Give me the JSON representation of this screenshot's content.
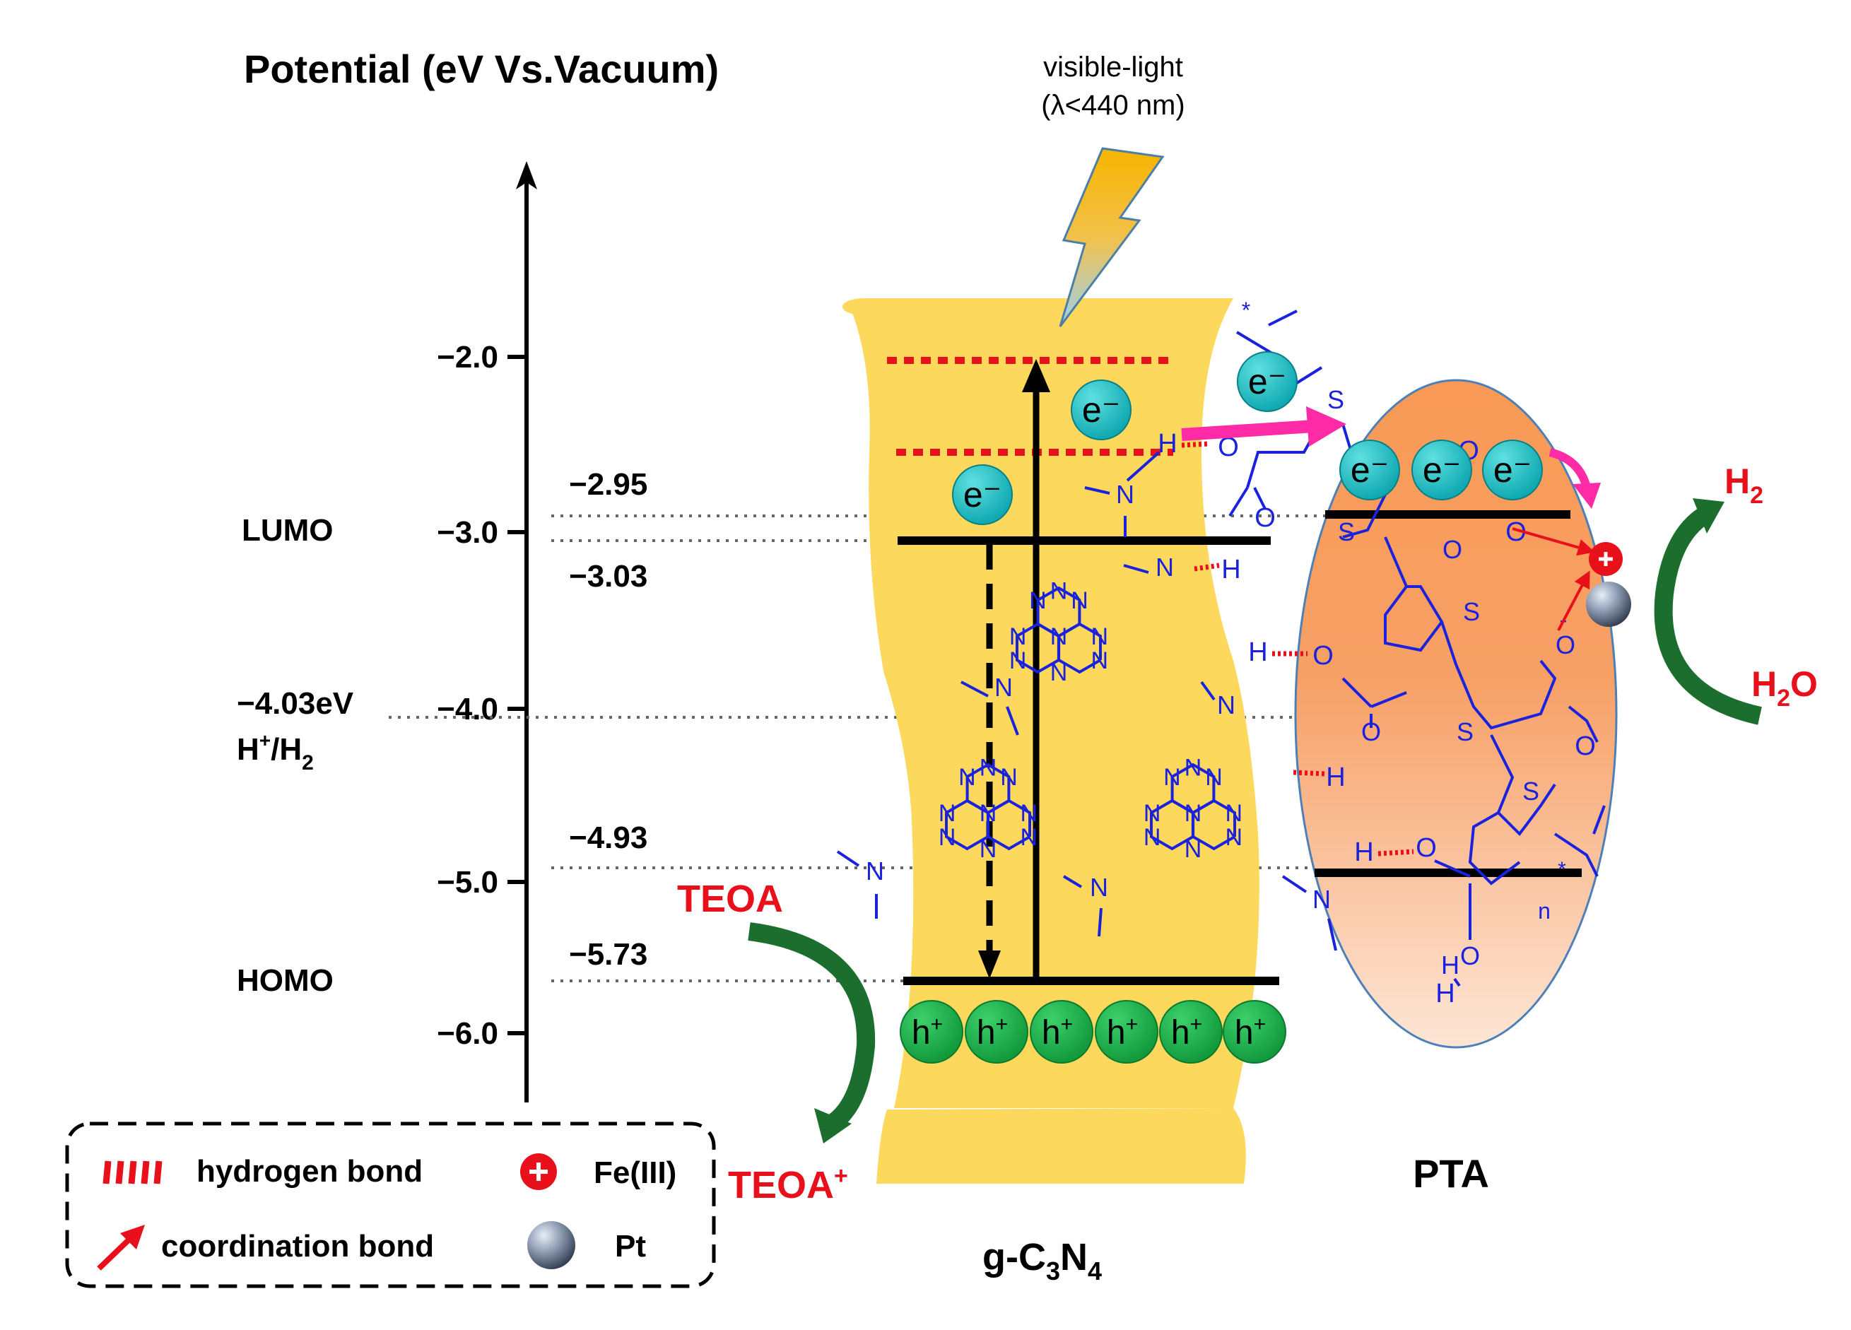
{
  "axis": {
    "title": "Potential (eV Vs.Vacuum)",
    "ticks": [
      "−2.0",
      "−3.0",
      "−4.0",
      "−5.0",
      "−6.0"
    ]
  },
  "levels": {
    "lumo_label": "LUMO",
    "homo_label": "HOMO",
    "lumo_ptA": "−2.95",
    "lumo_gcn": "−3.03",
    "redox_value": "−4.03eV",
    "redox_couple_main": "H",
    "redox_couple_sup": "+",
    "redox_couple_sep": "/H",
    "redox_couple_sub": "2",
    "homo_ptA": "−4.93",
    "homo_gcn": "−5.73"
  },
  "light": {
    "line1": "visible-light",
    "line2": "(λ<440 nm)"
  },
  "carriers": {
    "electron": "e⁻",
    "hole_main": "h",
    "hole_sup": "+"
  },
  "materials": {
    "gcn_g": "g-C",
    "gcn_3": "3",
    "gcn_n": "N",
    "gcn_4": "4",
    "pta": "PTA"
  },
  "reactions": {
    "teoa": "TEOA",
    "teoa_plus_main": "TEOA",
    "teoa_plus_sup": "+",
    "h2_main": "H",
    "h2_sub": "2",
    "h2o_h": "H",
    "h2o_sub": "2",
    "h2o_o": "O"
  },
  "legend": {
    "hydrogen_bond": "hydrogen bond",
    "fe": "Fe(III)",
    "coordination_bond": "coordination bond",
    "pt": "Pt"
  },
  "atoms": {
    "N": "N",
    "S": "S",
    "O": "O",
    "H": "H",
    "n": "n",
    "star": "*",
    "minus": "-"
  },
  "colors": {
    "gcn_band": "#fcd85c",
    "pta_oval_top": "#f9924a",
    "pta_oval_bottom": "#fde1cf",
    "electron": "#1ec6c6",
    "hole": "#1fb04a",
    "molecule": "#1a22dd",
    "red_text": "#e8101a",
    "magenta_arrow": "#ff2aa6",
    "green_arrow": "#1c6e2e",
    "fe_red": "#e8101a",
    "pt_grey": "#7d8aa0"
  }
}
